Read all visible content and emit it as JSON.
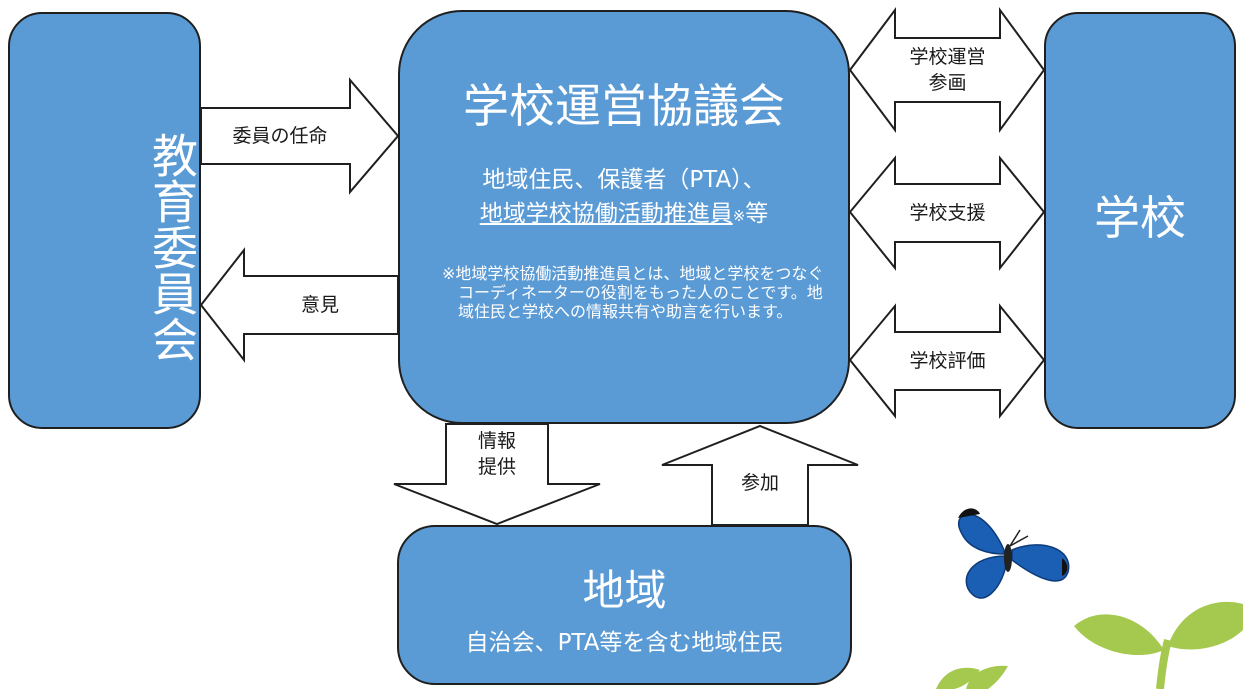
{
  "board": {
    "title": "教育委員会"
  },
  "council": {
    "title": "学校運営協議会",
    "members_line1": "地域住民、保護者（PTA）、",
    "members_line2_link": "地域学校協働活動推進員",
    "members_line2_mark": "※",
    "members_line2_end": "等",
    "note": "※地域学校協働活動推進員とは、地域と学校をつなぐコーディネーターの役割をもった人のことです。地域住民と学校への情報共有や助言を行います。"
  },
  "school": {
    "title": "学校"
  },
  "region": {
    "title": "地域",
    "subtitle": "自治会、PTA等を含む地域住民"
  },
  "arrows": {
    "appoint": "委員の任命",
    "opinion": "意見",
    "participate_line1": "学校運営",
    "participate_line2": "参画",
    "support": "学校支援",
    "evaluate": "学校評価",
    "info_line1": "情報",
    "info_line2": "提供",
    "join": "参加"
  },
  "colors": {
    "box_fill": "#5b9bd5",
    "leaf": "#a5c94f",
    "butterfly": "#1a5fb4"
  }
}
